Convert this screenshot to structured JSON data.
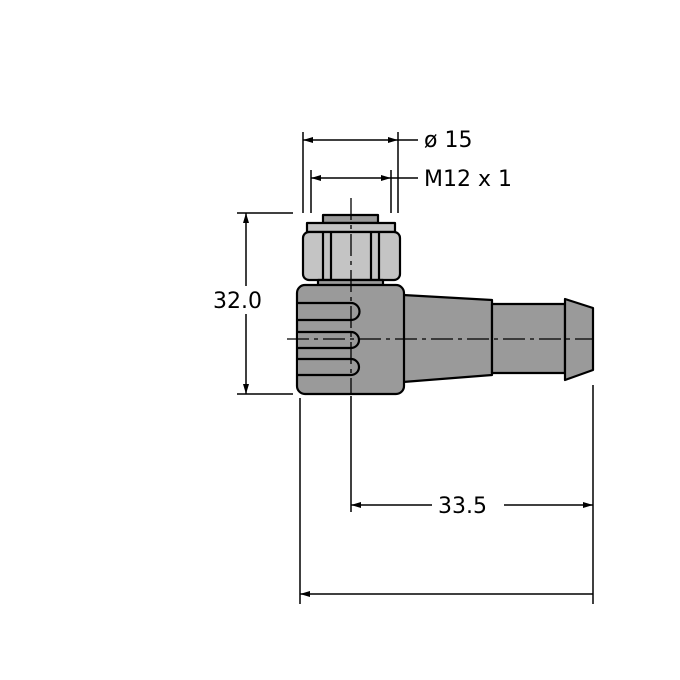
{
  "drawing": {
    "dimensions": {
      "outer_diameter": "ø 15",
      "thread": "M12 x 1",
      "height": "32.0",
      "axis_to_end": "33.5"
    },
    "colors": {
      "body": "#9a9a9a",
      "nut": "#c4c4c4",
      "line": "#000000"
    }
  }
}
